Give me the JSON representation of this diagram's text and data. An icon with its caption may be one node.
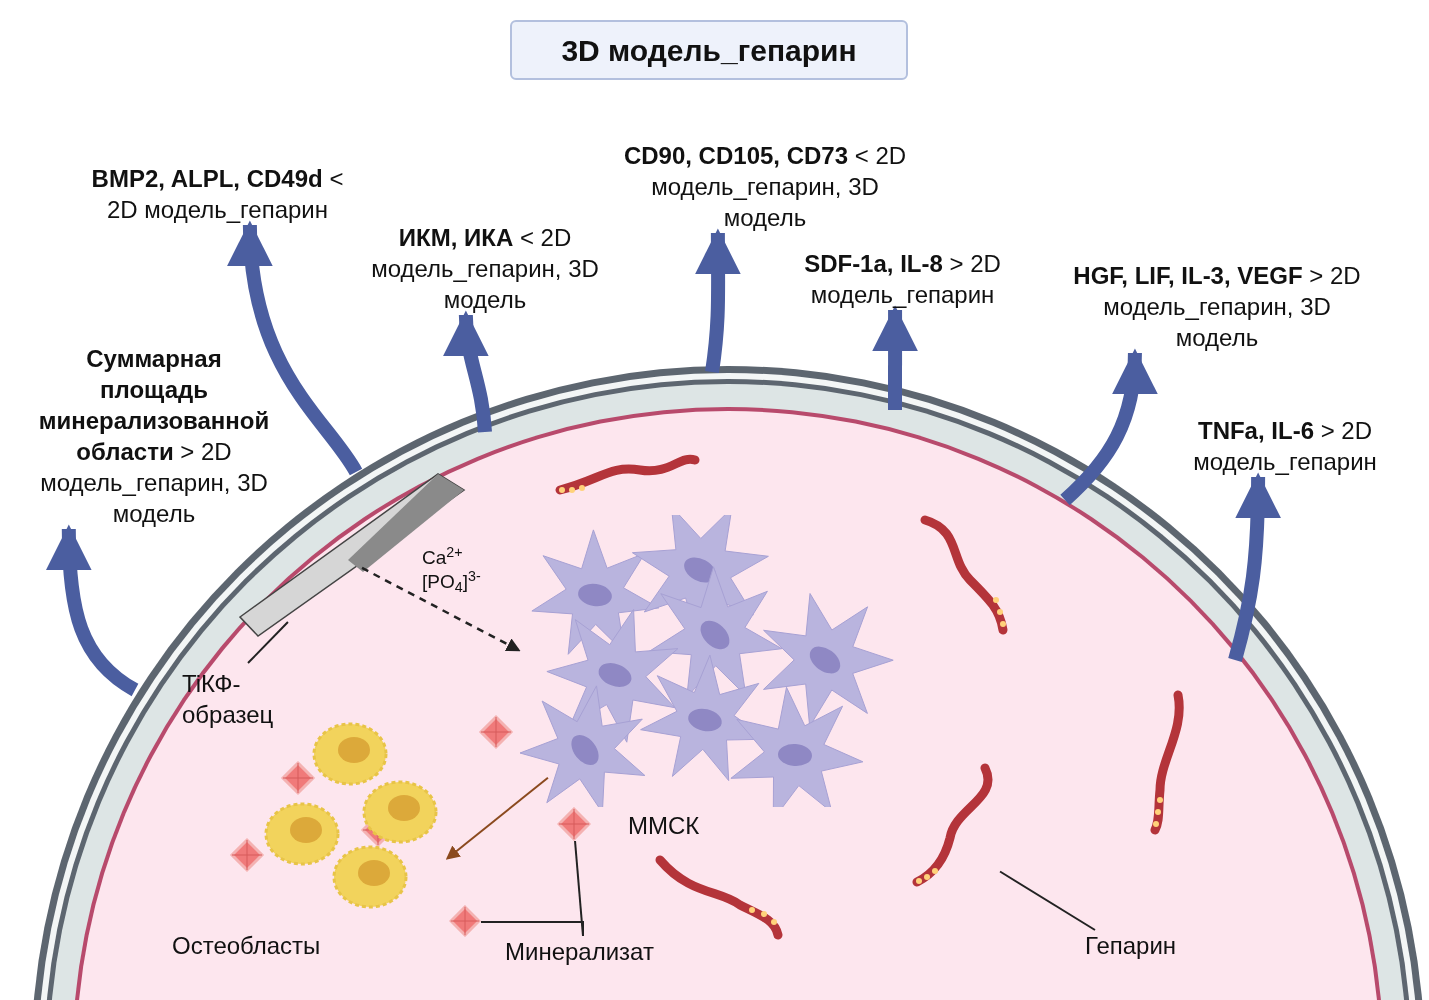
{
  "diagram": {
    "nodes": [
      {
        "text": [
          "3D модель_гепарин"
        ]
      },
      {
        "text": [
          "**BMP2, ALPL, CD49d** < 2D модель_гепарин"
        ]
      },
      {
        "text": [
          "**ИКМ, ИКА** < 2D модель_гепарин, 3D модель"
        ]
      },
      {
        "text": [
          "**CD90, CD105, CD73** < 2D модель_гепарин, 3D модель"
        ]
      },
      {
        "text": [
          "**SDF-1a, IL-8** > 2D модель_гепарин"
        ]
      },
      {
        "text": [
          "**HGF, LIF, IL-3, VEGF** > 2D модель_гепарин, 3D модель"
        ]
      },
      {
        "text": [
          "**Суммарная площадь минерализованной области** > 2D модель_гепарин, 3D модель"
        ]
      },
      {
        "text": [
          "**TNFa, IL-6** > 2D модель_гепарин"
        ]
      },
      {
        "text": [
          "TiКФ-образец"
        ]
      },
      {
        "text": [],
        "shape": "picture"
      },
      {
        "text": [],
        "shape": "picture",
        "beside": [
          "ММСК"
        ]
      },
      {
        "text": [],
        "shape": "picture",
        "beside": [
          "Остеобласты"
        ]
      },
      {
        "text": [
          "Минерализат"
        ]
      },
      {
        "text": [],
        "shape": "picture"
      },
      {
        "text": [],
        "shape": "picture"
      },
      {
        "text": [
          "Гепарин"
        ]
      },
      {
        "text": [],
        "shape": "picture"
      }
    ],
    "edges": [
      {
        "from": null,
        "to": 1,
        "arrow": "to"
      },
      {
        "from": null,
        "to": 2,
        "arrow": "to"
      },
      {
        "from": null,
        "to": 3,
        "arrow": "to"
      },
      {
        "from": null,
        "to": 4,
        "arrow": "to"
      },
      {
        "from": null,
        "to": 5,
        "arrow": "to"
      },
      {
        "from": null,
        "to": 6,
        "arrow": "to"
      },
      {
        "from": null,
        "to": 7,
        "arrow": "to"
      },
      {
        "from": 9,
        "to": 10,
        "arrow": "to",
        "style": "dashed",
        "color": "#222222",
        "label": "Ca$^{2+}$ [PO$_{4}$]$^{3-}$"
      },
      {
        "from": 10,
        "to": 11,
        "arrow": "to",
        "color": "#8b4a1e"
      },
      {
        "from": 8,
        "to": 9,
        "arrow": "none",
        "color": "#222222"
      },
      {
        "from": 12,
        "to": 13,
        "arrow": "none",
        "color": "#222222"
      },
      {
        "from": 12,
        "to": 14,
        "arrow": "none",
        "color": "#222222"
      },
      {
        "from": 15,
        "to": 16,
        "arrow": "none",
        "color": "#222222"
      }
    ]
  }
}
